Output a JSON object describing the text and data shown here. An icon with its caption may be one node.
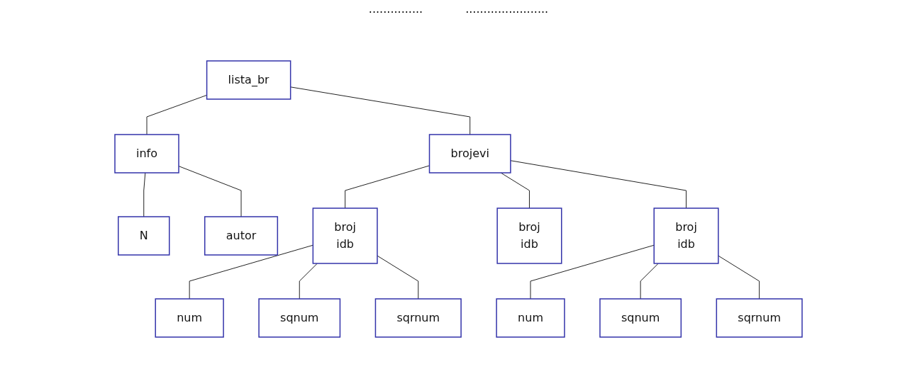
{
  "diagram": {
    "nodes": [
      {
        "text": [
          "lista_br"
        ]
      },
      {
        "text": [
          "info"
        ]
      },
      {
        "text": [
          "brojevi"
        ]
      },
      {
        "text": [
          "N"
        ]
      },
      {
        "text": [
          "autor"
        ]
      },
      {
        "text": [
          "broj",
          "idb"
        ]
      },
      {
        "text": [
          "broj",
          "idb"
        ]
      },
      {
        "text": [
          "broj",
          "idb"
        ]
      },
      {
        "text": [
          "num"
        ]
      },
      {
        "text": [
          "sqnum"
        ]
      },
      {
        "text": [
          "sqrnum"
        ]
      },
      {
        "text": [
          "num"
        ]
      },
      {
        "text": [
          "sqnum"
        ]
      },
      {
        "text": [
          "sqrnum"
        ]
      }
    ],
    "edges": [
      {
        "from": 0,
        "to": 1,
        "arrow": "none"
      },
      {
        "from": 0,
        "to": 2,
        "arrow": "none"
      },
      {
        "from": 1,
        "to": 3,
        "arrow": "none"
      },
      {
        "from": 1,
        "to": 4,
        "arrow": "none"
      },
      {
        "from": 2,
        "to": 5,
        "arrow": "none"
      },
      {
        "from": 2,
        "to": 6,
        "arrow": "none"
      },
      {
        "from": 2,
        "to": 7,
        "arrow": "none"
      },
      {
        "from": 5,
        "to": 8,
        "arrow": "none"
      },
      {
        "from": 5,
        "to": 9,
        "arrow": "none"
      },
      {
        "from": 5,
        "to": 10,
        "arrow": "none"
      },
      {
        "from": 7,
        "to": 11,
        "arrow": "none"
      },
      {
        "from": 7,
        "to": 12,
        "arrow": "none"
      },
      {
        "from": 7,
        "to": 13,
        "arrow": "none"
      }
    ],
    "labels": [
      "...............",
      "......................."
    ]
  }
}
